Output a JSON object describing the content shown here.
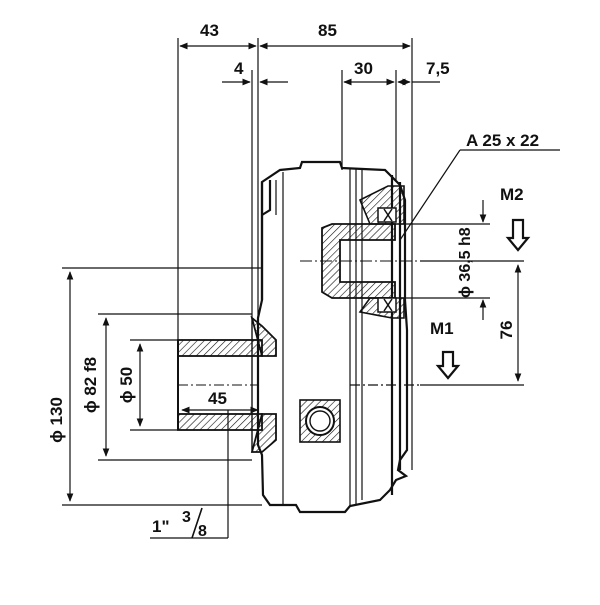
{
  "dimensions": {
    "top_43": "43",
    "top_85": "85",
    "top_4": "4",
    "top_30": "30",
    "top_7_5": "7,5",
    "keyway": "A 25 x 22",
    "motor_m2": "M2",
    "motor_m1": "M1",
    "shaft_bore": "ϕ 36,5 h8",
    "offset_76": "76",
    "flange_130": "ϕ 130",
    "spigot_82": "ϕ 82 f8",
    "bore_50": "ϕ 50",
    "length_45": "45",
    "thread_whole": "1\"",
    "thread_num": "3",
    "thread_den": "8"
  },
  "colors": {
    "ink": "#111111",
    "hatch": "#111111",
    "background": "#ffffff"
  }
}
